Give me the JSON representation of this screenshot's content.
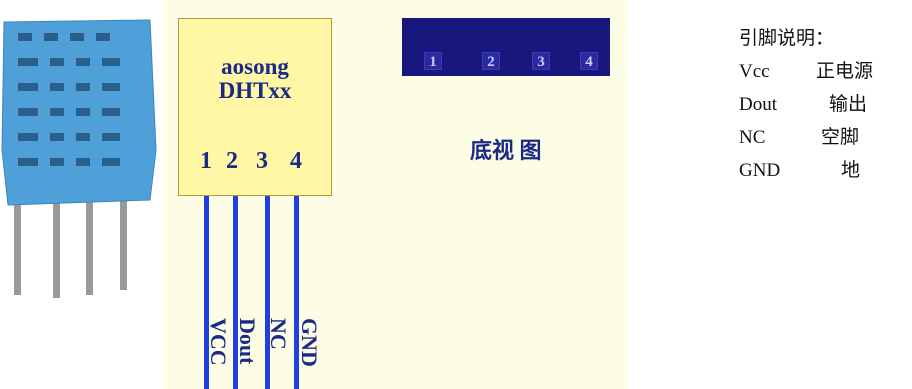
{
  "chip": {
    "brand_line1": "aosong",
    "brand_line2": "DHTxx",
    "pin_numbers": [
      "1",
      "2",
      "3",
      "4"
    ]
  },
  "leads": [
    "VCC",
    "Dout",
    "NC",
    "GND"
  ],
  "bottom_view": {
    "pad_numbers": [
      "1",
      "2",
      "3",
      "4"
    ],
    "caption": "底视 图"
  },
  "legend": {
    "title": "引脚说明：",
    "items": [
      {
        "pin": "Vcc",
        "desc": "正电源"
      },
      {
        "pin": "Dout",
        "desc": "输出"
      },
      {
        "pin": "NC",
        "desc": "空脚"
      },
      {
        "pin": "GND",
        "desc": "地"
      }
    ]
  },
  "colors": {
    "sensor_body": "#4f9fd8",
    "chip_body": "#fff7a6",
    "lead": "#1f3fe0",
    "label": "#1a2a86",
    "bottom_view": "#17177e"
  }
}
